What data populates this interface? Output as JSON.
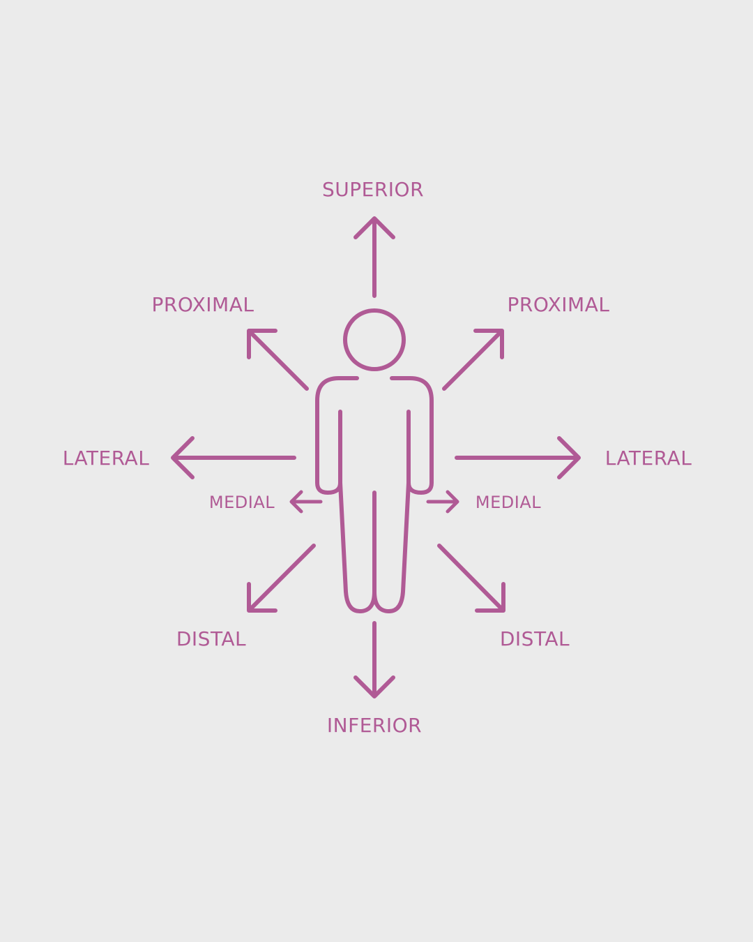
{
  "colors": {
    "background": "#ebebeb",
    "accent": "#b05a95"
  },
  "labels": {
    "superior": "SUPERIOR",
    "inferior": "INFERIOR",
    "proximal_left": "PROXIMAL",
    "proximal_right": "PROXIMAL",
    "lateral_left": "LATERAL",
    "lateral_right": "LATERAL",
    "medial_left": "MEDIAL",
    "medial_right": "MEDIAL",
    "distal_left": "DISTAL",
    "distal_right": "DISTAL"
  },
  "icons": {
    "figure": "human-figure-icon"
  }
}
